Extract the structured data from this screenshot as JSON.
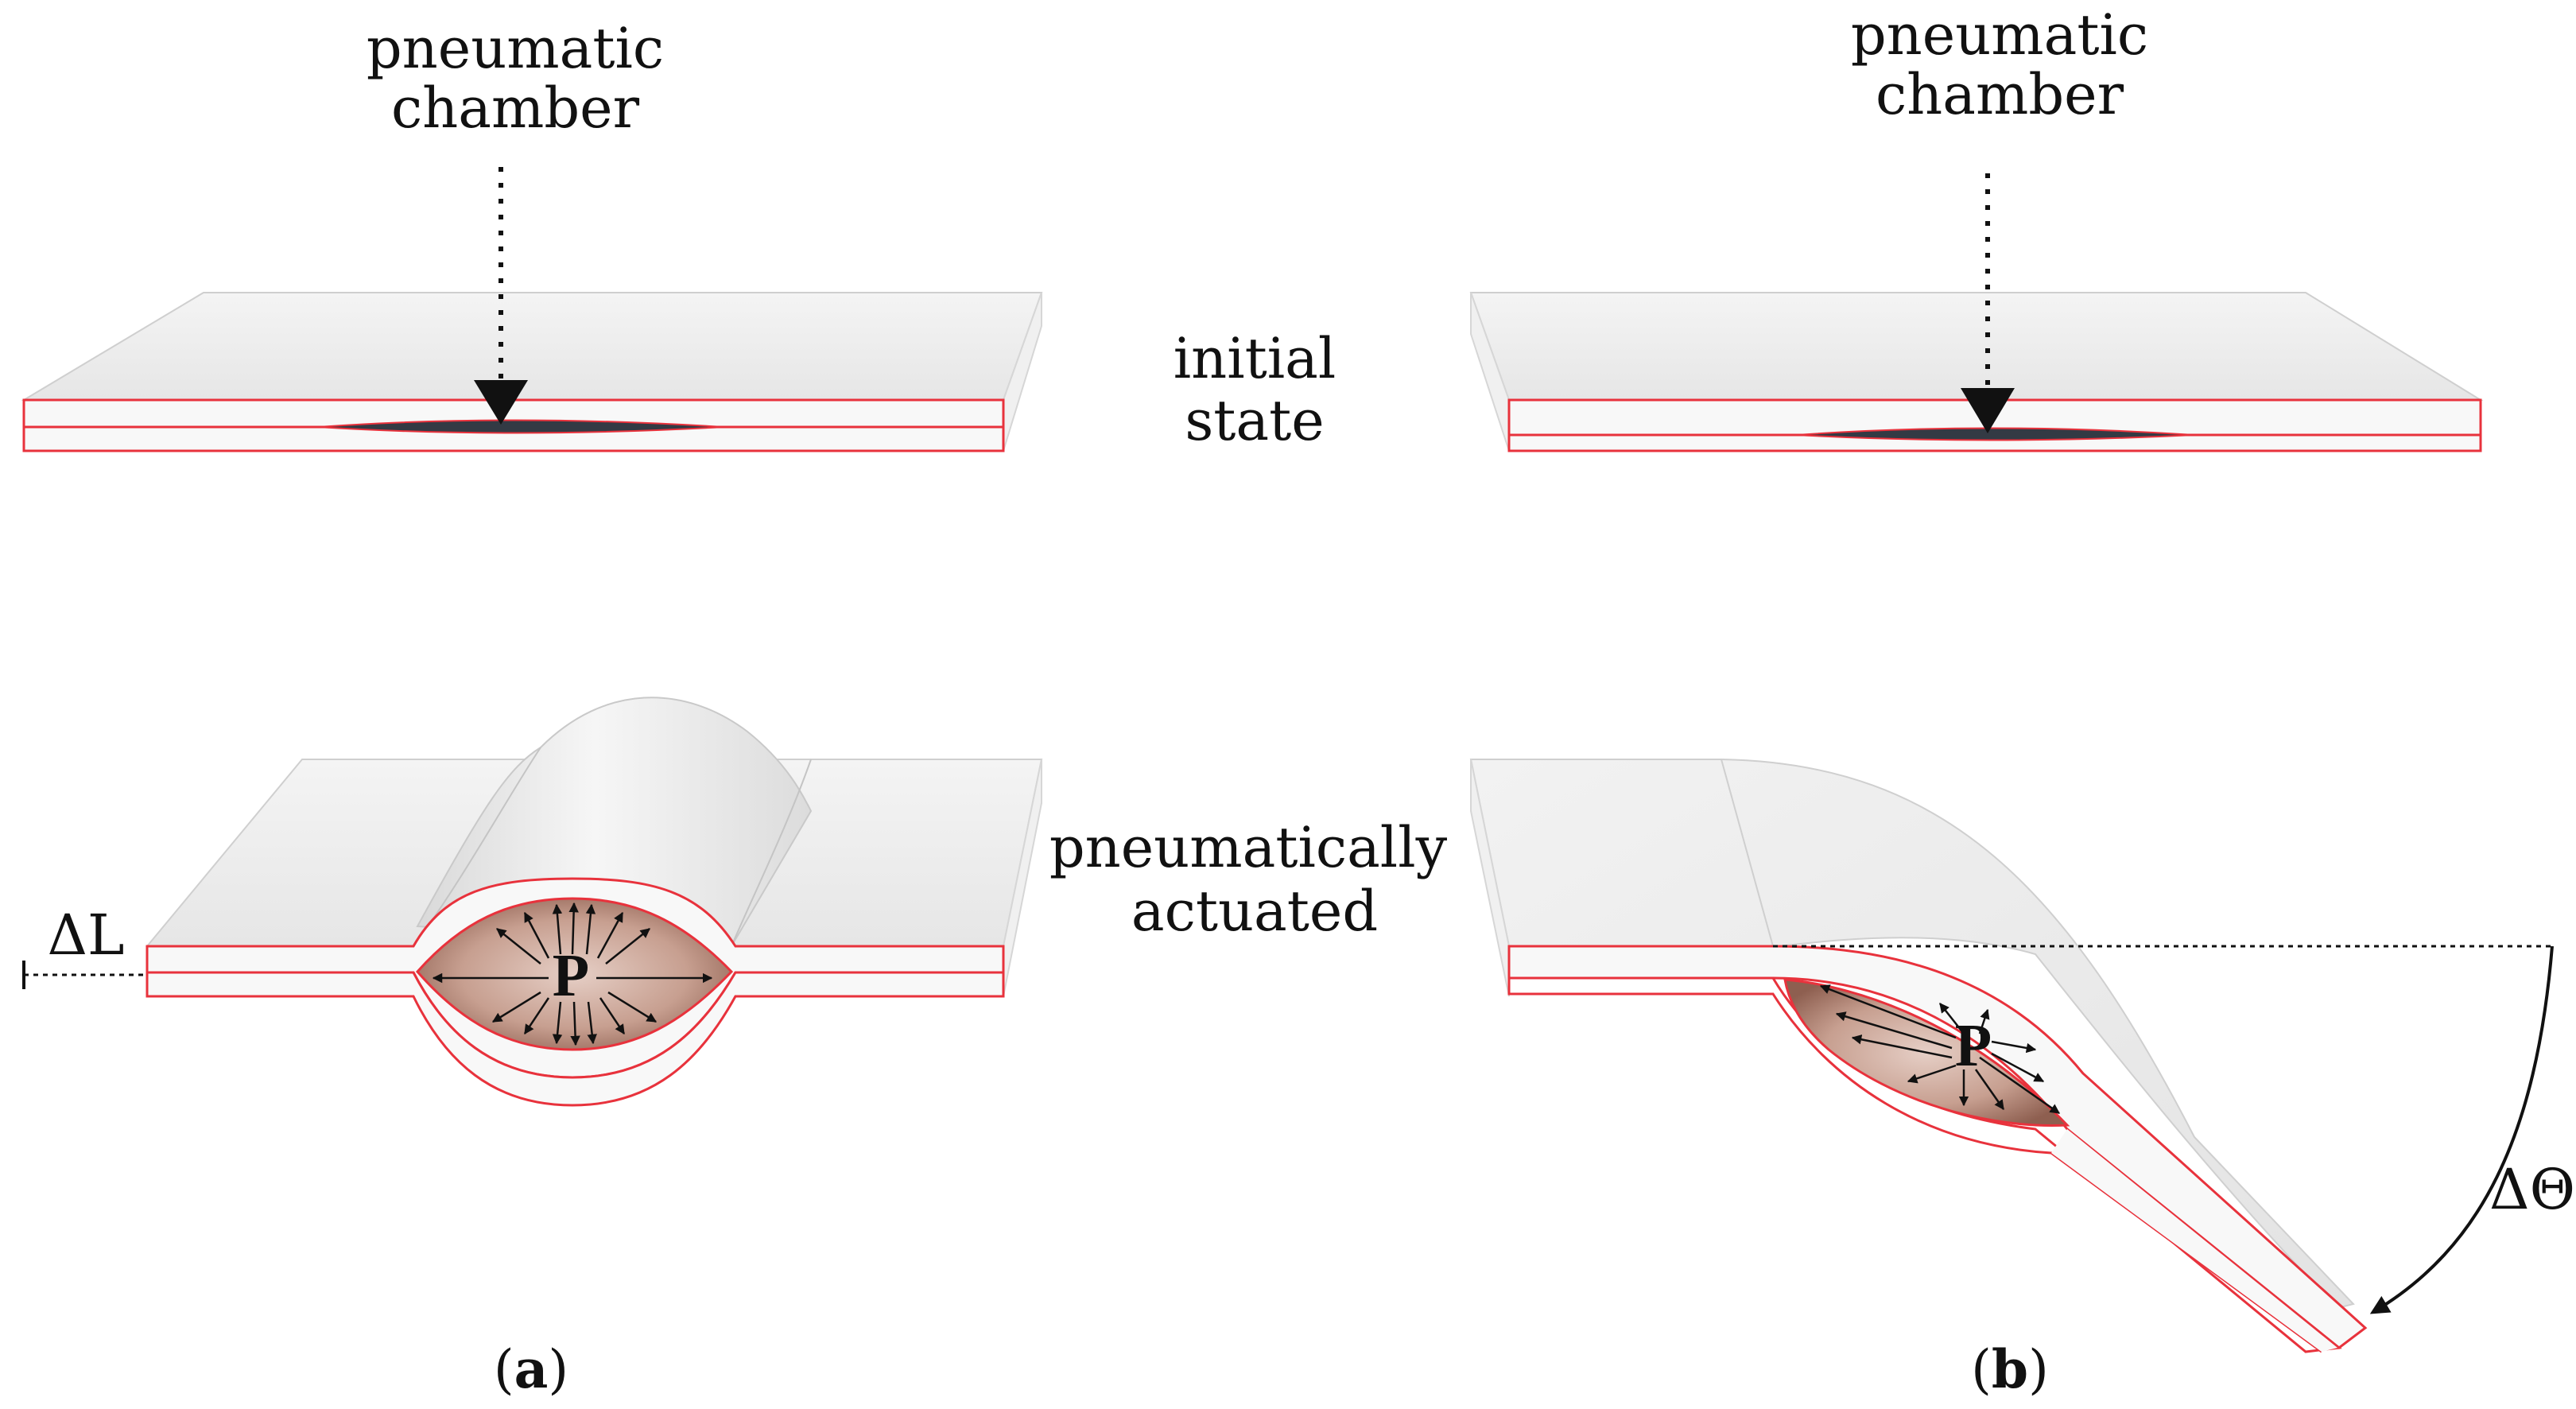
{
  "panel_a": {
    "chamber_label_line1": "pneumatic",
    "chamber_label_line2": "chamber",
    "pressure_label": "P",
    "displacement_label": "ΔL",
    "caption_open": "(",
    "caption_letter": "a",
    "caption_close": ")"
  },
  "panel_b": {
    "chamber_label_line1": "pneumatic",
    "chamber_label_line2": "chamber",
    "pressure_label": "P",
    "angle_label": "ΔΘ",
    "caption_open": "(",
    "caption_letter": "b",
    "caption_close": ")"
  },
  "row_labels": {
    "initial_line1": "initial",
    "initial_line2": "state",
    "actuated_line1": "pneumatically",
    "actuated_line2": "actuated"
  },
  "colors": {
    "outline": "#e8323c",
    "slab_top": "#ececec",
    "slab_side": "#f7f7f7",
    "chamber_fill": "#a97c6c",
    "chamber_dark": "#333a44"
  }
}
